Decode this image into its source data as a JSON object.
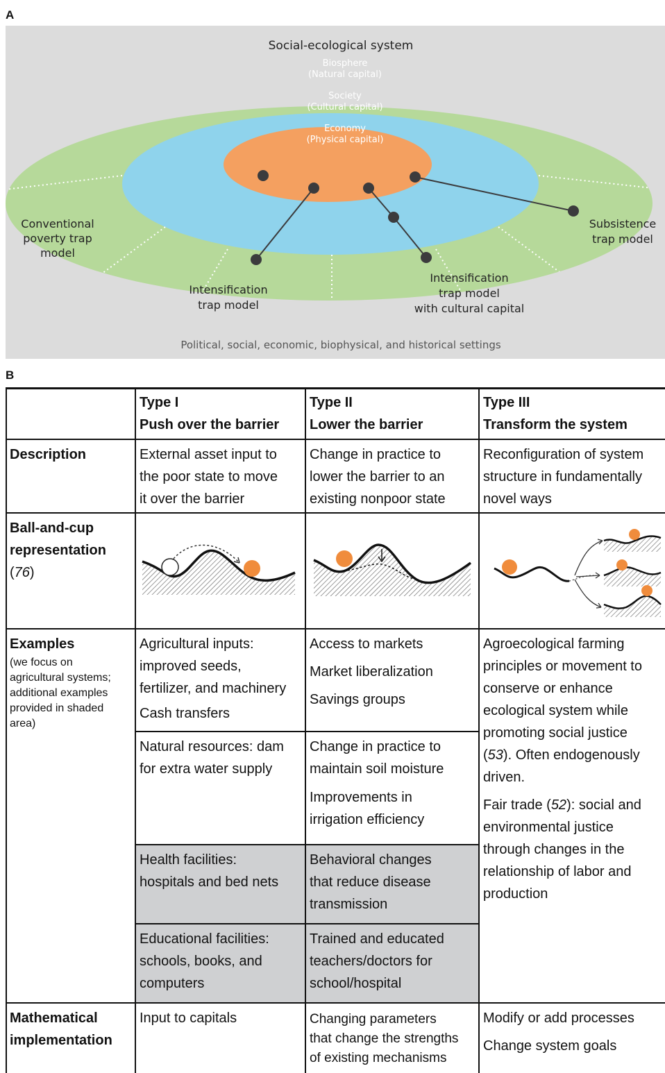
{
  "panel_a": {
    "label": "A",
    "title": "Social-ecological system",
    "biosphere": [
      "Biosphere",
      "(Natural capital)"
    ],
    "society": [
      "Society",
      "(Cultural capital)"
    ],
    "economy": [
      "Economy",
      "(Physical capital)"
    ],
    "conventional": [
      "Conventional",
      "poverty trap",
      "model"
    ],
    "intensification": [
      "Intensification",
      "trap model"
    ],
    "intensification_cultural": [
      "Intensification",
      "trap model",
      "with cultural capital"
    ],
    "subsistence": [
      "Subsistence",
      "trap model"
    ],
    "settings": "Political, social, economic, biophysical, and historical settings",
    "colors": {
      "biosphere": "#b6d99a",
      "society": "#8fd3ec",
      "economy": "#f4a060",
      "ball": "#f08c3c",
      "dot": "#3b3b3d",
      "border": "#dcdcdc"
    }
  },
  "panel_b": {
    "label": "B",
    "headers": {
      "type1": {
        "t": "Type I",
        "s": "Push over the barrier"
      },
      "type2": {
        "t": "Type II",
        "s": "Lower the barrier"
      },
      "type3": {
        "t": "Type III",
        "s": "Transform the system"
      }
    },
    "description": {
      "label": "Description",
      "type1": "External asset input to\nthe poor state to move\nit over the barrier",
      "type2": "Change in practice to\nlower the barrier to an\nexisting nonpoor state",
      "type3": "Reconfiguration of system\nstructure in fundamentally\nnovel ways"
    },
    "ballcup": {
      "label1": "Ball-and-cup",
      "label2": "representation",
      "ref_open": "(",
      "ref": "76",
      "ref_close": ")"
    },
    "examples": {
      "label": "Examples",
      "note": "(we focus on\nagricultural systems;\nadditional examples\nprovided in shaded\narea)",
      "t1_a1": "Agricultural inputs:\nimproved seeds,\nfertilizer, and machinery",
      "t1_a2": "Cash transfers",
      "t1_b": "Natural resources: dam\nfor extra water supply",
      "t1_c": "Health facilities:\nhospitals and bed nets",
      "t1_d": "Educational facilities:\nschools, books, and\ncomputers",
      "t2_a1": "Access to markets",
      "t2_a2": "Market liberalization",
      "t2_a3": "Savings groups",
      "t2_b1": "Change in practice to\nmaintain soil moisture",
      "t2_b2": "Improvements in\nirrigation efficiency",
      "t2_c": "Behavioral changes\nthat reduce disease\ntransmission",
      "t2_d": "Trained and educated\nteachers/doctors for\nschool/hospital",
      "t3_a1": "Agroecological farming\nprinciples or movement to\nconserve or enhance\necological system while\npromoting social justice",
      "t3_a_ref_open": "(",
      "t3_a_ref": "53",
      "t3_a_ref_close": "). Often endogenously\ndriven.",
      "t3_b_pre": "Fair trade (",
      "t3_b_ref": "52",
      "t3_b_post": "): social and\nenvironmental justice\nthrough changes in the\nrelationship of labor and\nproduction"
    },
    "math": {
      "label1": "Mathematical",
      "label2": "implementation",
      "type1": "Input to capitals",
      "type2": "Changing parameters\nthat change the strengths\nof existing mechanisms",
      "type3_a": "Modify or add processes",
      "type3_b": "Change system goals"
    }
  }
}
